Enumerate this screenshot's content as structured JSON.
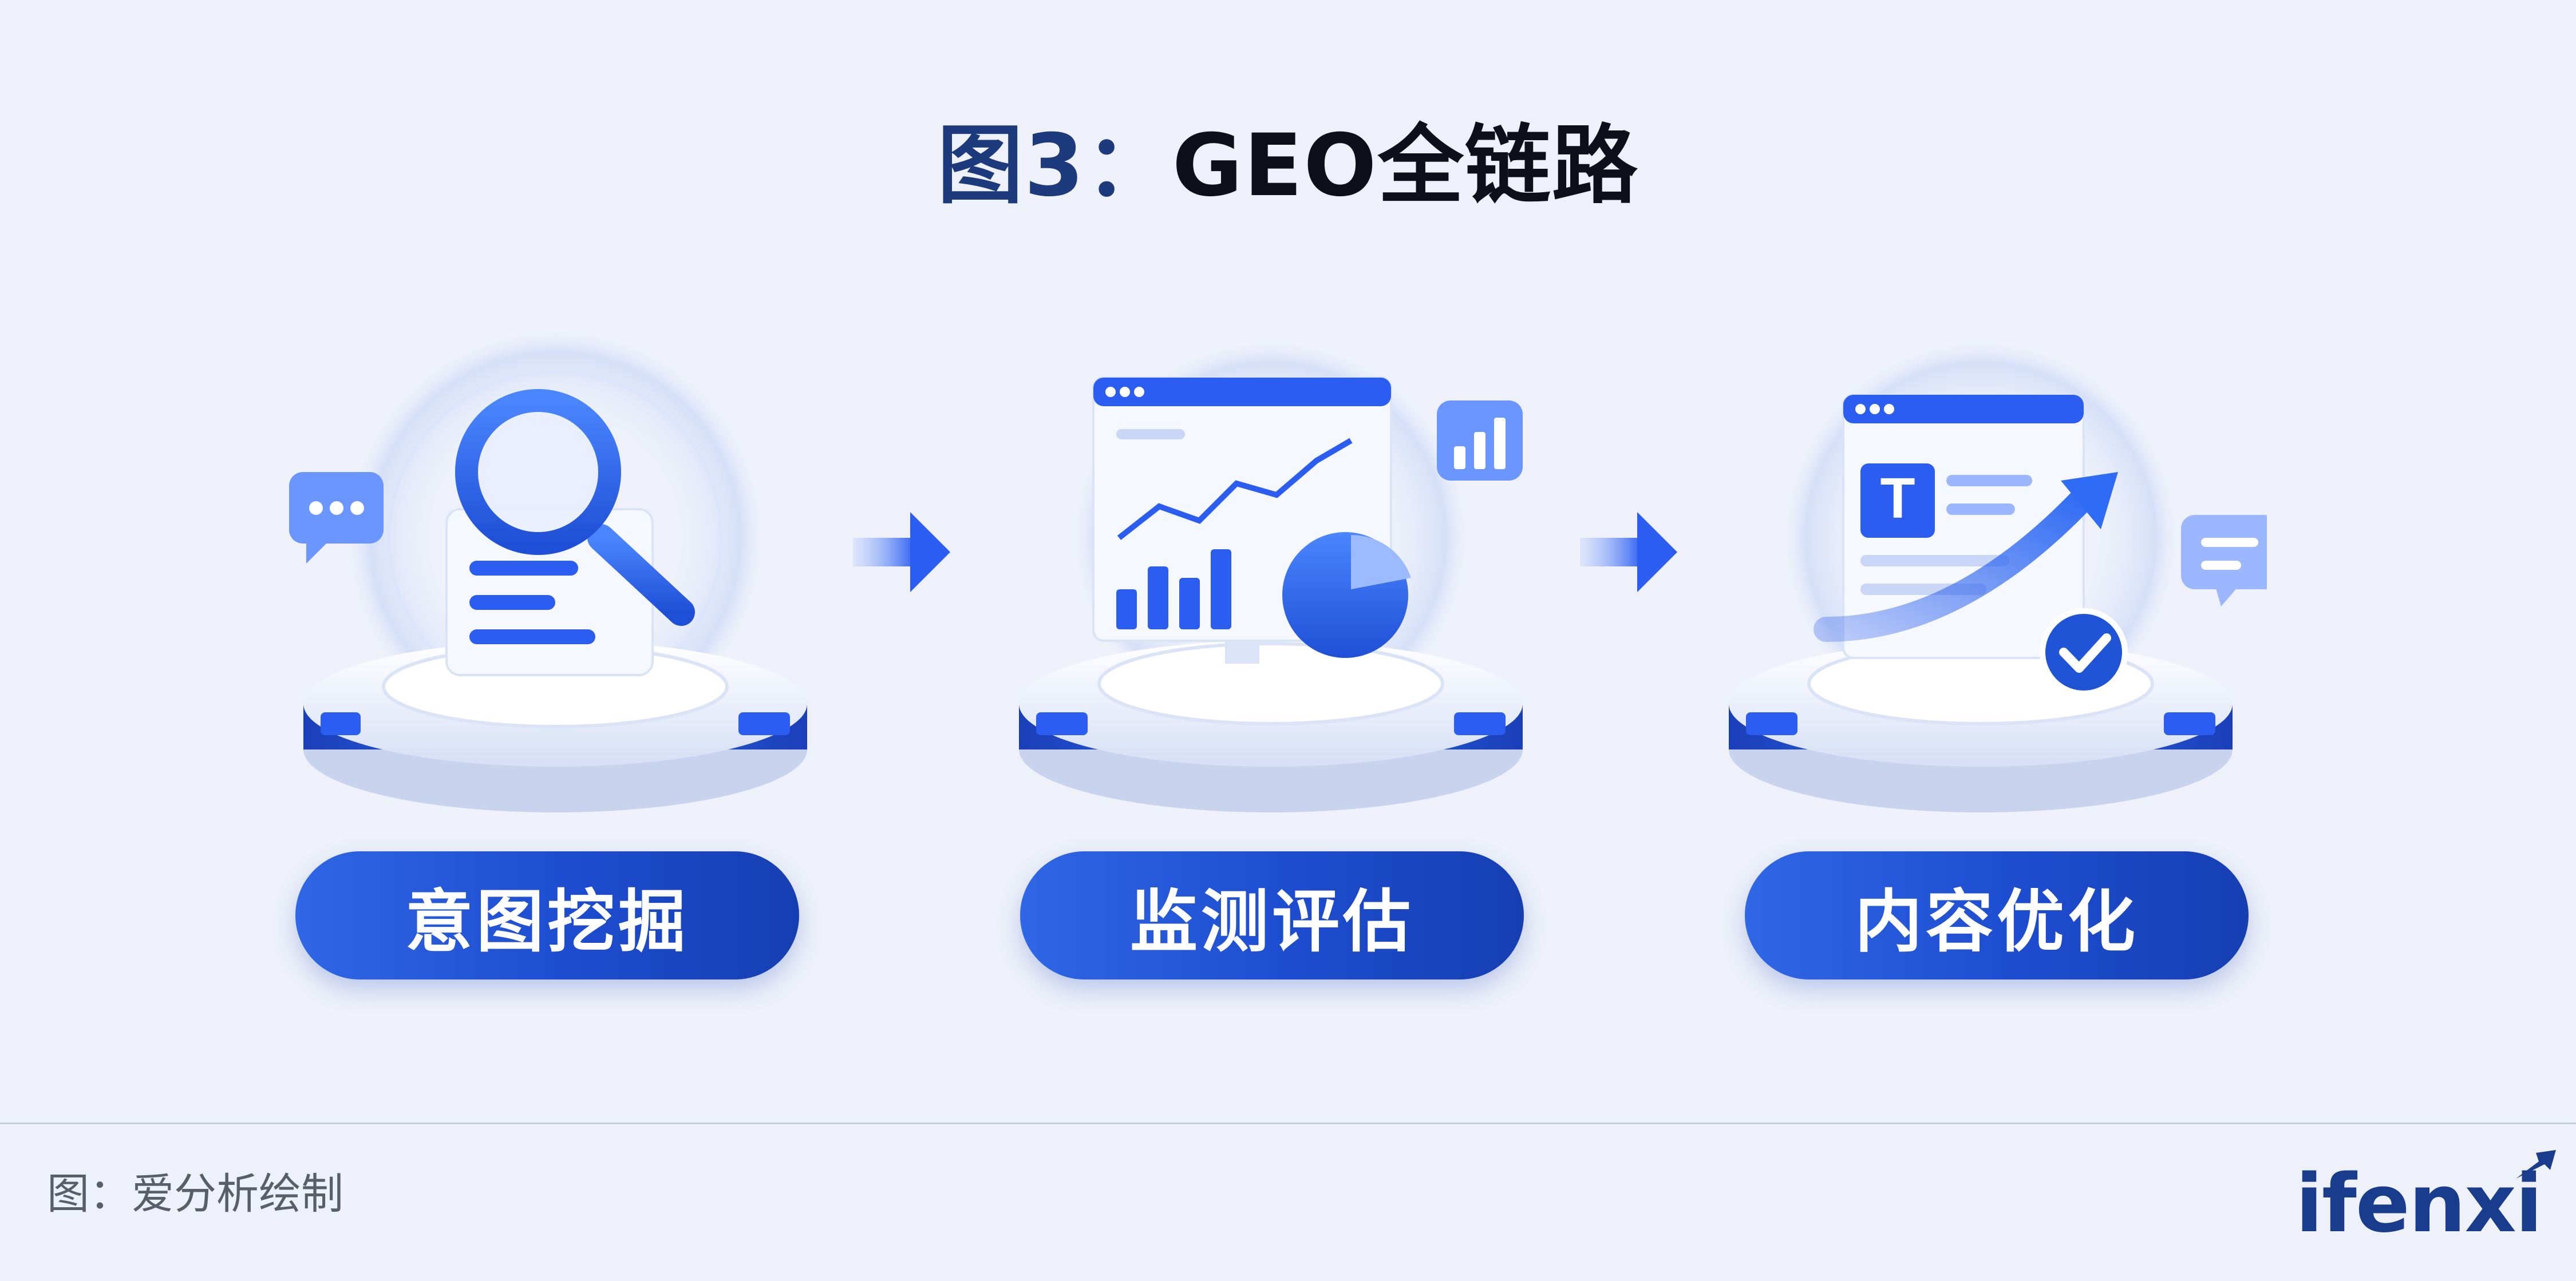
{
  "title": {
    "prefix": "图3：",
    "main": "GEO全链路"
  },
  "steps": [
    {
      "label": "意图挖掘",
      "icon": "magnifier-document-icon"
    },
    {
      "label": "监测评估",
      "icon": "analytics-dashboard-icon"
    },
    {
      "label": "内容优化",
      "icon": "content-growth-icon"
    }
  ],
  "footer": {
    "caption": "图：爱分析绘制",
    "logo": "ifenxi"
  },
  "colors": {
    "primary": "#1f54d6",
    "title_dark": "#0d0f1a",
    "title_blue": "#1d3a7d",
    "background": "#eef1f9"
  }
}
